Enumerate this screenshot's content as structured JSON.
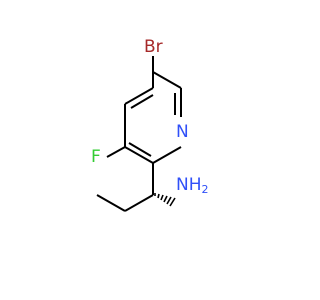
{
  "molecule": {
    "atoms": {
      "bromine": {
        "symbol": "Br",
        "color": "#a62929"
      },
      "fluorine": {
        "symbol": "F",
        "color": "#33cc33"
      },
      "nitrogen": {
        "symbol": "N",
        "color": "#3050f8"
      },
      "amine_n": {
        "symbol": "N",
        "color": "#3050f8"
      },
      "amine_h2": {
        "symbol": "H",
        "subscript": "2",
        "color": "#3050f8"
      }
    },
    "bond_color": "#000000",
    "background": "#ffffff"
  }
}
